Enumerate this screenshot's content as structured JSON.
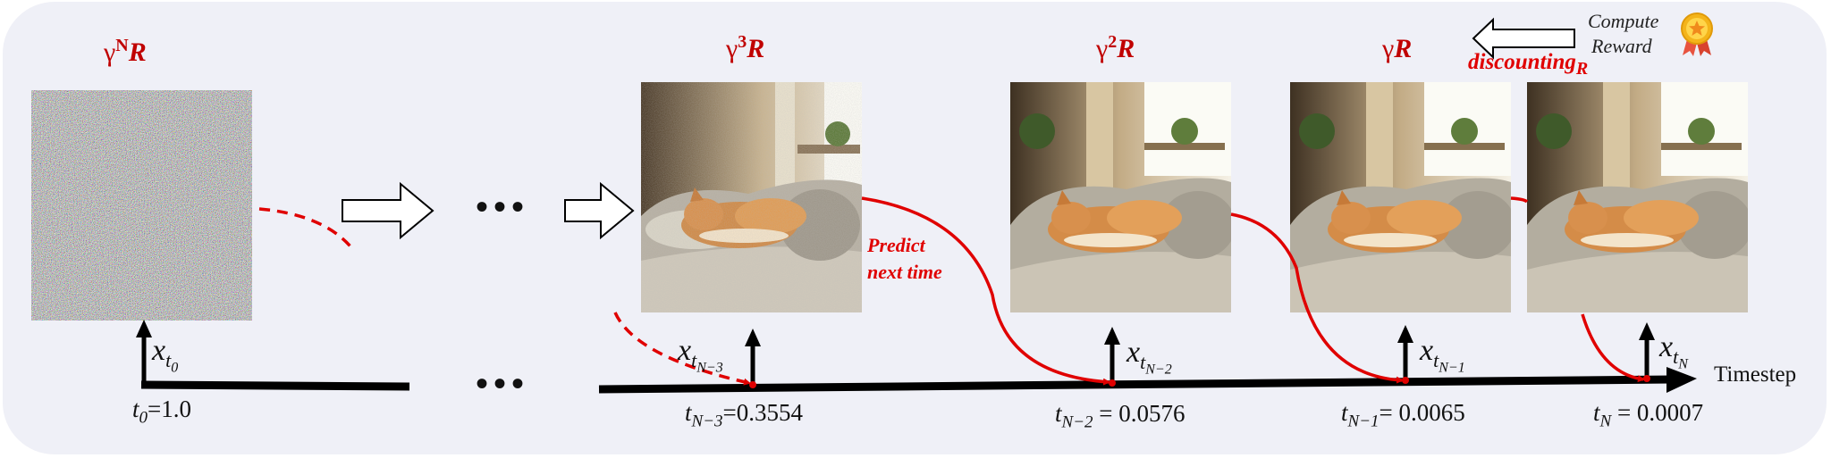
{
  "gammas": {
    "noise": {
      "base": "γ",
      "exp": "N",
      "var": "R"
    },
    "g3": {
      "base": "γ",
      "exp": "3",
      "var": "R"
    },
    "g2": {
      "base": "γ",
      "exp": "2",
      "var": "R"
    },
    "g1": {
      "base": "γ",
      "exp": "",
      "var": "R"
    }
  },
  "reward": {
    "line1": "Compute",
    "line2": "Reward"
  },
  "discounting": {
    "word": "discounting",
    "sub": "R"
  },
  "predict": {
    "line1": "Predict",
    "line2": "next time"
  },
  "axis_label": "Timestep",
  "ellipsis": "•••",
  "xlabels": {
    "x0": {
      "x": "x",
      "t": "t",
      "sub": "0"
    },
    "x3": {
      "x": "x",
      "t": "t",
      "sub": "N−3"
    },
    "x2": {
      "x": "x",
      "t": "t",
      "sub": "N−2"
    },
    "x1": {
      "x": "x",
      "t": "t",
      "sub": "N−1"
    },
    "xn": {
      "x": "x",
      "t": "t",
      "sub": "N"
    }
  },
  "ticks": {
    "t0": {
      "t": "t",
      "sub": "0",
      "rest": "=1.0"
    },
    "t3": {
      "t": "t",
      "sub": "N−3",
      "rest": "=0.3554"
    },
    "t2": {
      "t": "t",
      "sub": "N−2",
      "rest": " = 0.0576"
    },
    "t1": {
      "t": "t",
      "sub": "N−1",
      "rest": "= 0.0065"
    },
    "tn": {
      "t": "t",
      "sub": "N",
      "rest": " = 0.0007"
    }
  },
  "colors": {
    "accent": "#c00000",
    "curve": "#e00000",
    "axis": "#000000",
    "panel": "#eff0f7"
  }
}
